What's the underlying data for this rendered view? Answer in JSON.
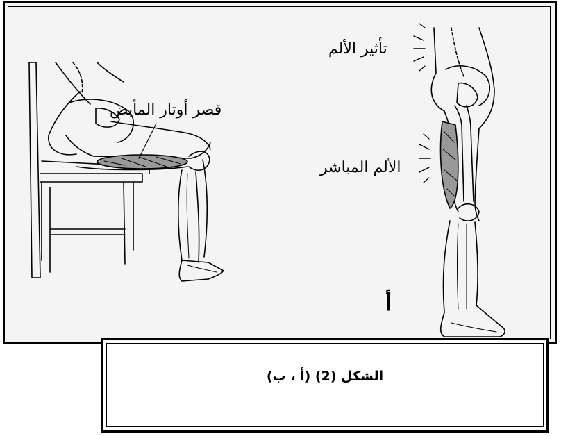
{
  "figure": {
    "labels": {
      "hamstring_shortening": "قصر أوتار المأبض",
      "pain_effect": "تأثير الألم",
      "direct_pain": "الألم المباشر",
      "panel_letter": "أ"
    },
    "caption": "الشكل (2) (أ ، ب)"
  }
}
